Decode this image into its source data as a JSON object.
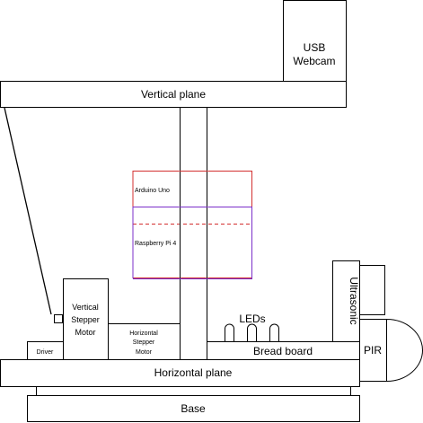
{
  "labels": {
    "webcam_line1": "USB",
    "webcam_line2": "Webcam",
    "vertical_plane": "Vertical plane",
    "arduino": "Arduino Uno",
    "raspberry": "Raspberry Pi 4",
    "vertical_stepper_line1": "Vertical",
    "vertical_stepper_line2": "Stepper",
    "vertical_stepper_line3": "Motor",
    "horizontal_stepper_line1": "Horizontal",
    "horizontal_stepper_line2": "Stepper",
    "horizontal_stepper_line3": "Motor",
    "driver": "Driver",
    "leds": "LEDs",
    "bread_board": "Bread board",
    "ultrasonic": "Ultrasonic",
    "pir": "PIR",
    "horizontal_plane": "Horizontal plane",
    "base": "Base"
  },
  "colors": {
    "outline": "#000000",
    "arduino": "#d32f2f",
    "raspberry": "#7b2fc9"
  }
}
